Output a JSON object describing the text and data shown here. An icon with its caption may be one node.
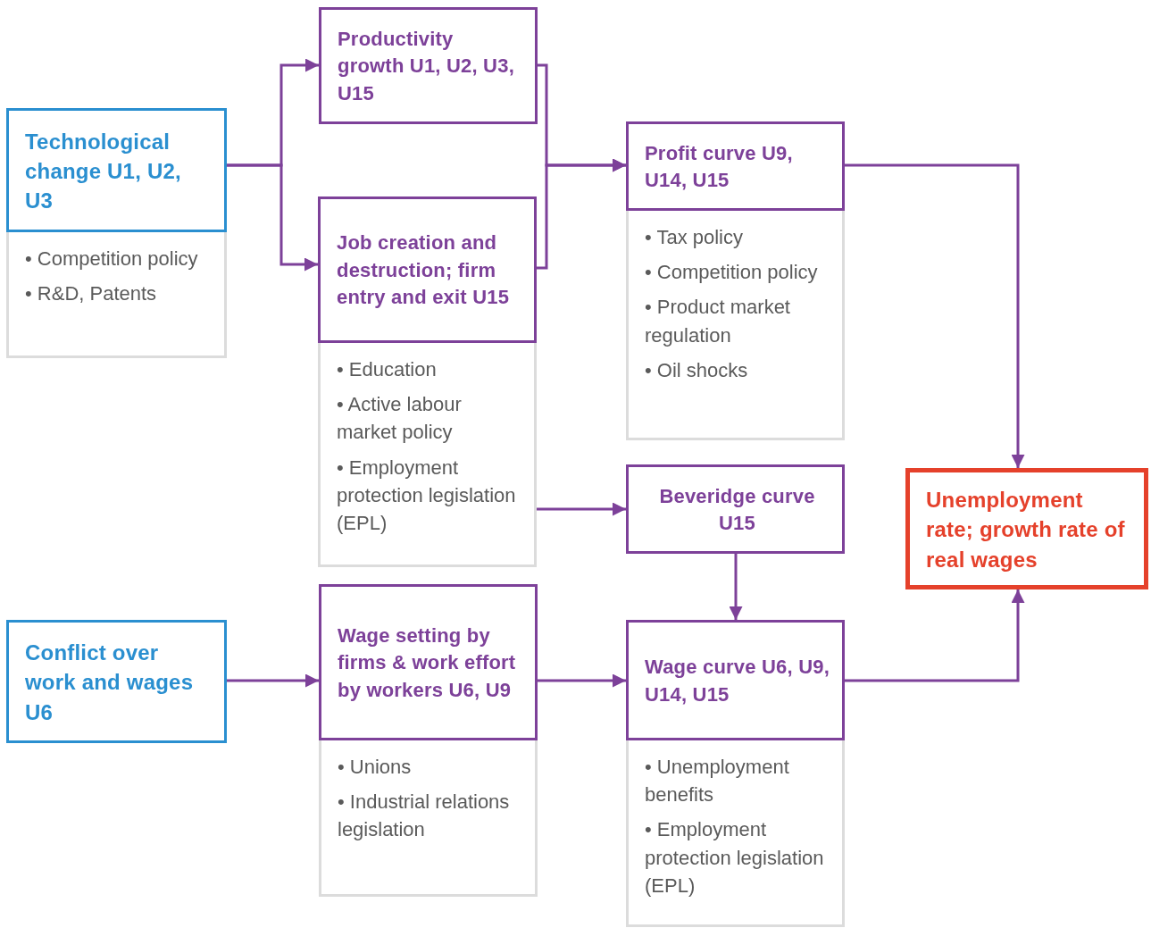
{
  "diagram": {
    "nodes": [
      {
        "text": [
          "Technological change U1, U2, U3"
        ]
      },
      {
        "text": [
          "• Competition policy",
          "• R&D, Patents"
        ]
      },
      {
        "text": [
          "Productivity growth U1, U2, U3, U15"
        ]
      },
      {
        "text": [
          "Job creation and destruction; firm entry and exit U15"
        ]
      },
      {
        "text": [
          "• Education",
          "• Active labour market policy",
          "• Employment protection legislation (EPL)"
        ]
      },
      {
        "text": [
          "Profit curve U9, U14, U15"
        ]
      },
      {
        "text": [
          "• Tax policy",
          "• Competition policy",
          "• Product market regulation",
          "• Oil shocks"
        ]
      },
      {
        "text": [
          "Beveridge curve U15"
        ]
      },
      {
        "text": [
          "Unemployment rate; growth rate of real wages"
        ]
      },
      {
        "text": [
          "Conflict over work and wages U6"
        ]
      },
      {
        "text": [
          "Wage setting by firms & work effort by workers U6, U9"
        ]
      },
      {
        "text": [
          "• Unions",
          "• Industrial relations legislation"
        ]
      },
      {
        "text": [
          "Wage curve U6, U9, U14, U15"
        ]
      },
      {
        "text": [
          "• Unemployment benefits",
          "• Employment protection legislation (EPL)"
        ]
      }
    ],
    "edges": [
      {
        "from": 0,
        "to": 2,
        "arrow": "to"
      },
      {
        "from": 0,
        "to": 3,
        "arrow": "to"
      },
      {
        "from": 2,
        "to": 5,
        "arrow": "to"
      },
      {
        "from": 3,
        "to": 5,
        "arrow": "to"
      },
      {
        "from": 4,
        "to": 7,
        "arrow": "to"
      },
      {
        "from": 5,
        "to": 8,
        "arrow": "to"
      },
      {
        "from": 7,
        "to": 12,
        "arrow": "to"
      },
      {
        "from": 9,
        "to": 10,
        "arrow": "to"
      },
      {
        "from": 10,
        "to": 12,
        "arrow": "to"
      },
      {
        "from": 12,
        "to": 8,
        "arrow": "to"
      }
    ]
  }
}
